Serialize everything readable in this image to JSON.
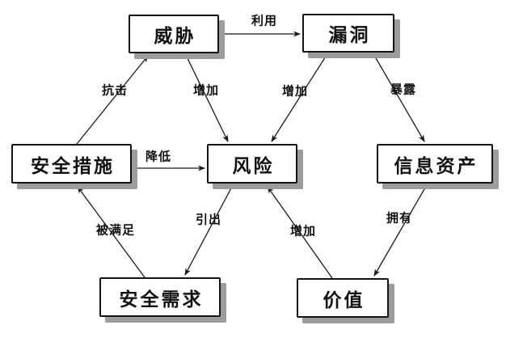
{
  "diagram": {
    "type": "concept-relationship-diagram",
    "language": "zh-CN",
    "colors": {
      "background": "#ffffff",
      "box_fill": "#ffffff",
      "box_border": "#141414",
      "box_shadow": "#9c9c9c",
      "line": "#1a1a1a",
      "text": "#111111"
    },
    "nodes": {
      "threat": {
        "label": "威胁"
      },
      "vulnerability": {
        "label": "漏洞"
      },
      "security_measures": {
        "label": "安全措施"
      },
      "risk": {
        "label": "风险"
      },
      "information_assets": {
        "label": "信息资产"
      },
      "security_requirements": {
        "label": "安全需求"
      },
      "value": {
        "label": "价值"
      }
    },
    "edges": {
      "exploit": {
        "label": "利用",
        "from": "威胁",
        "to": "漏洞"
      },
      "resist": {
        "label": "抗击",
        "from": "安全措施",
        "to": "威胁"
      },
      "increase_threat_risk": {
        "label": "增加",
        "from": "威胁",
        "to": "风险"
      },
      "increase_vuln_risk": {
        "label": "增加",
        "from": "漏洞",
        "to": "风险"
      },
      "expose": {
        "label": "暴露",
        "from": "漏洞",
        "to": "信息资产"
      },
      "reduce": {
        "label": "降低",
        "from": "安全措施",
        "to": "风险"
      },
      "satisfied_by": {
        "label": "被满足",
        "from": "安全需求",
        "to": "安全措施"
      },
      "lead_to": {
        "label": "引出",
        "from": "风险",
        "to": "安全需求"
      },
      "increase_value_risk": {
        "label": "增加",
        "from": "价值",
        "to": "风险"
      },
      "own": {
        "label": "拥有",
        "from": "信息资产",
        "to": "价值"
      }
    }
  }
}
